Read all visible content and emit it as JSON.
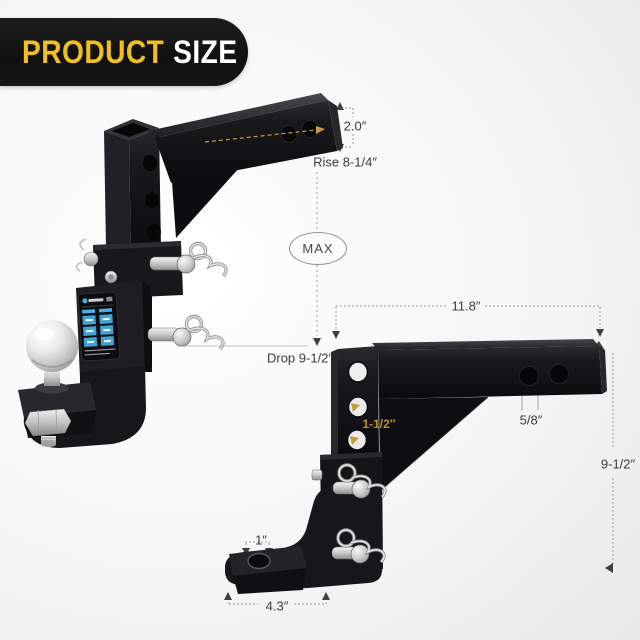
{
  "banner": {
    "word_primary": "PRODUCT",
    "word_secondary": "SIZE"
  },
  "annotations": {
    "max_label": "MAX",
    "left_hitch": {
      "receiver_tube_height": "2.0″",
      "rise": "Rise 8-1/4″",
      "drop": "Drop 9-1/2″"
    },
    "right_hitch": {
      "shank_length": "11.8″",
      "pin_hole_diameter": "5/8″",
      "adjustment_hole_spacing": "1-1/2″",
      "vertical_drop": "9-1/2″",
      "ball_hole_diameter": "1″",
      "ball_mount_base_length": "4.3″"
    }
  },
  "colors": {
    "banner_bg": "#151515",
    "banner_primary": "#f2c01e",
    "banner_secondary": "#ffffff",
    "dimension_text": "#3c3c3c",
    "dimension_line": "#9a9a9a",
    "highlight_gold": "#c79d3b",
    "sticker_blue": "#45b1e8",
    "hitch_black": "#121215",
    "chrome": "#d8d8d8"
  }
}
